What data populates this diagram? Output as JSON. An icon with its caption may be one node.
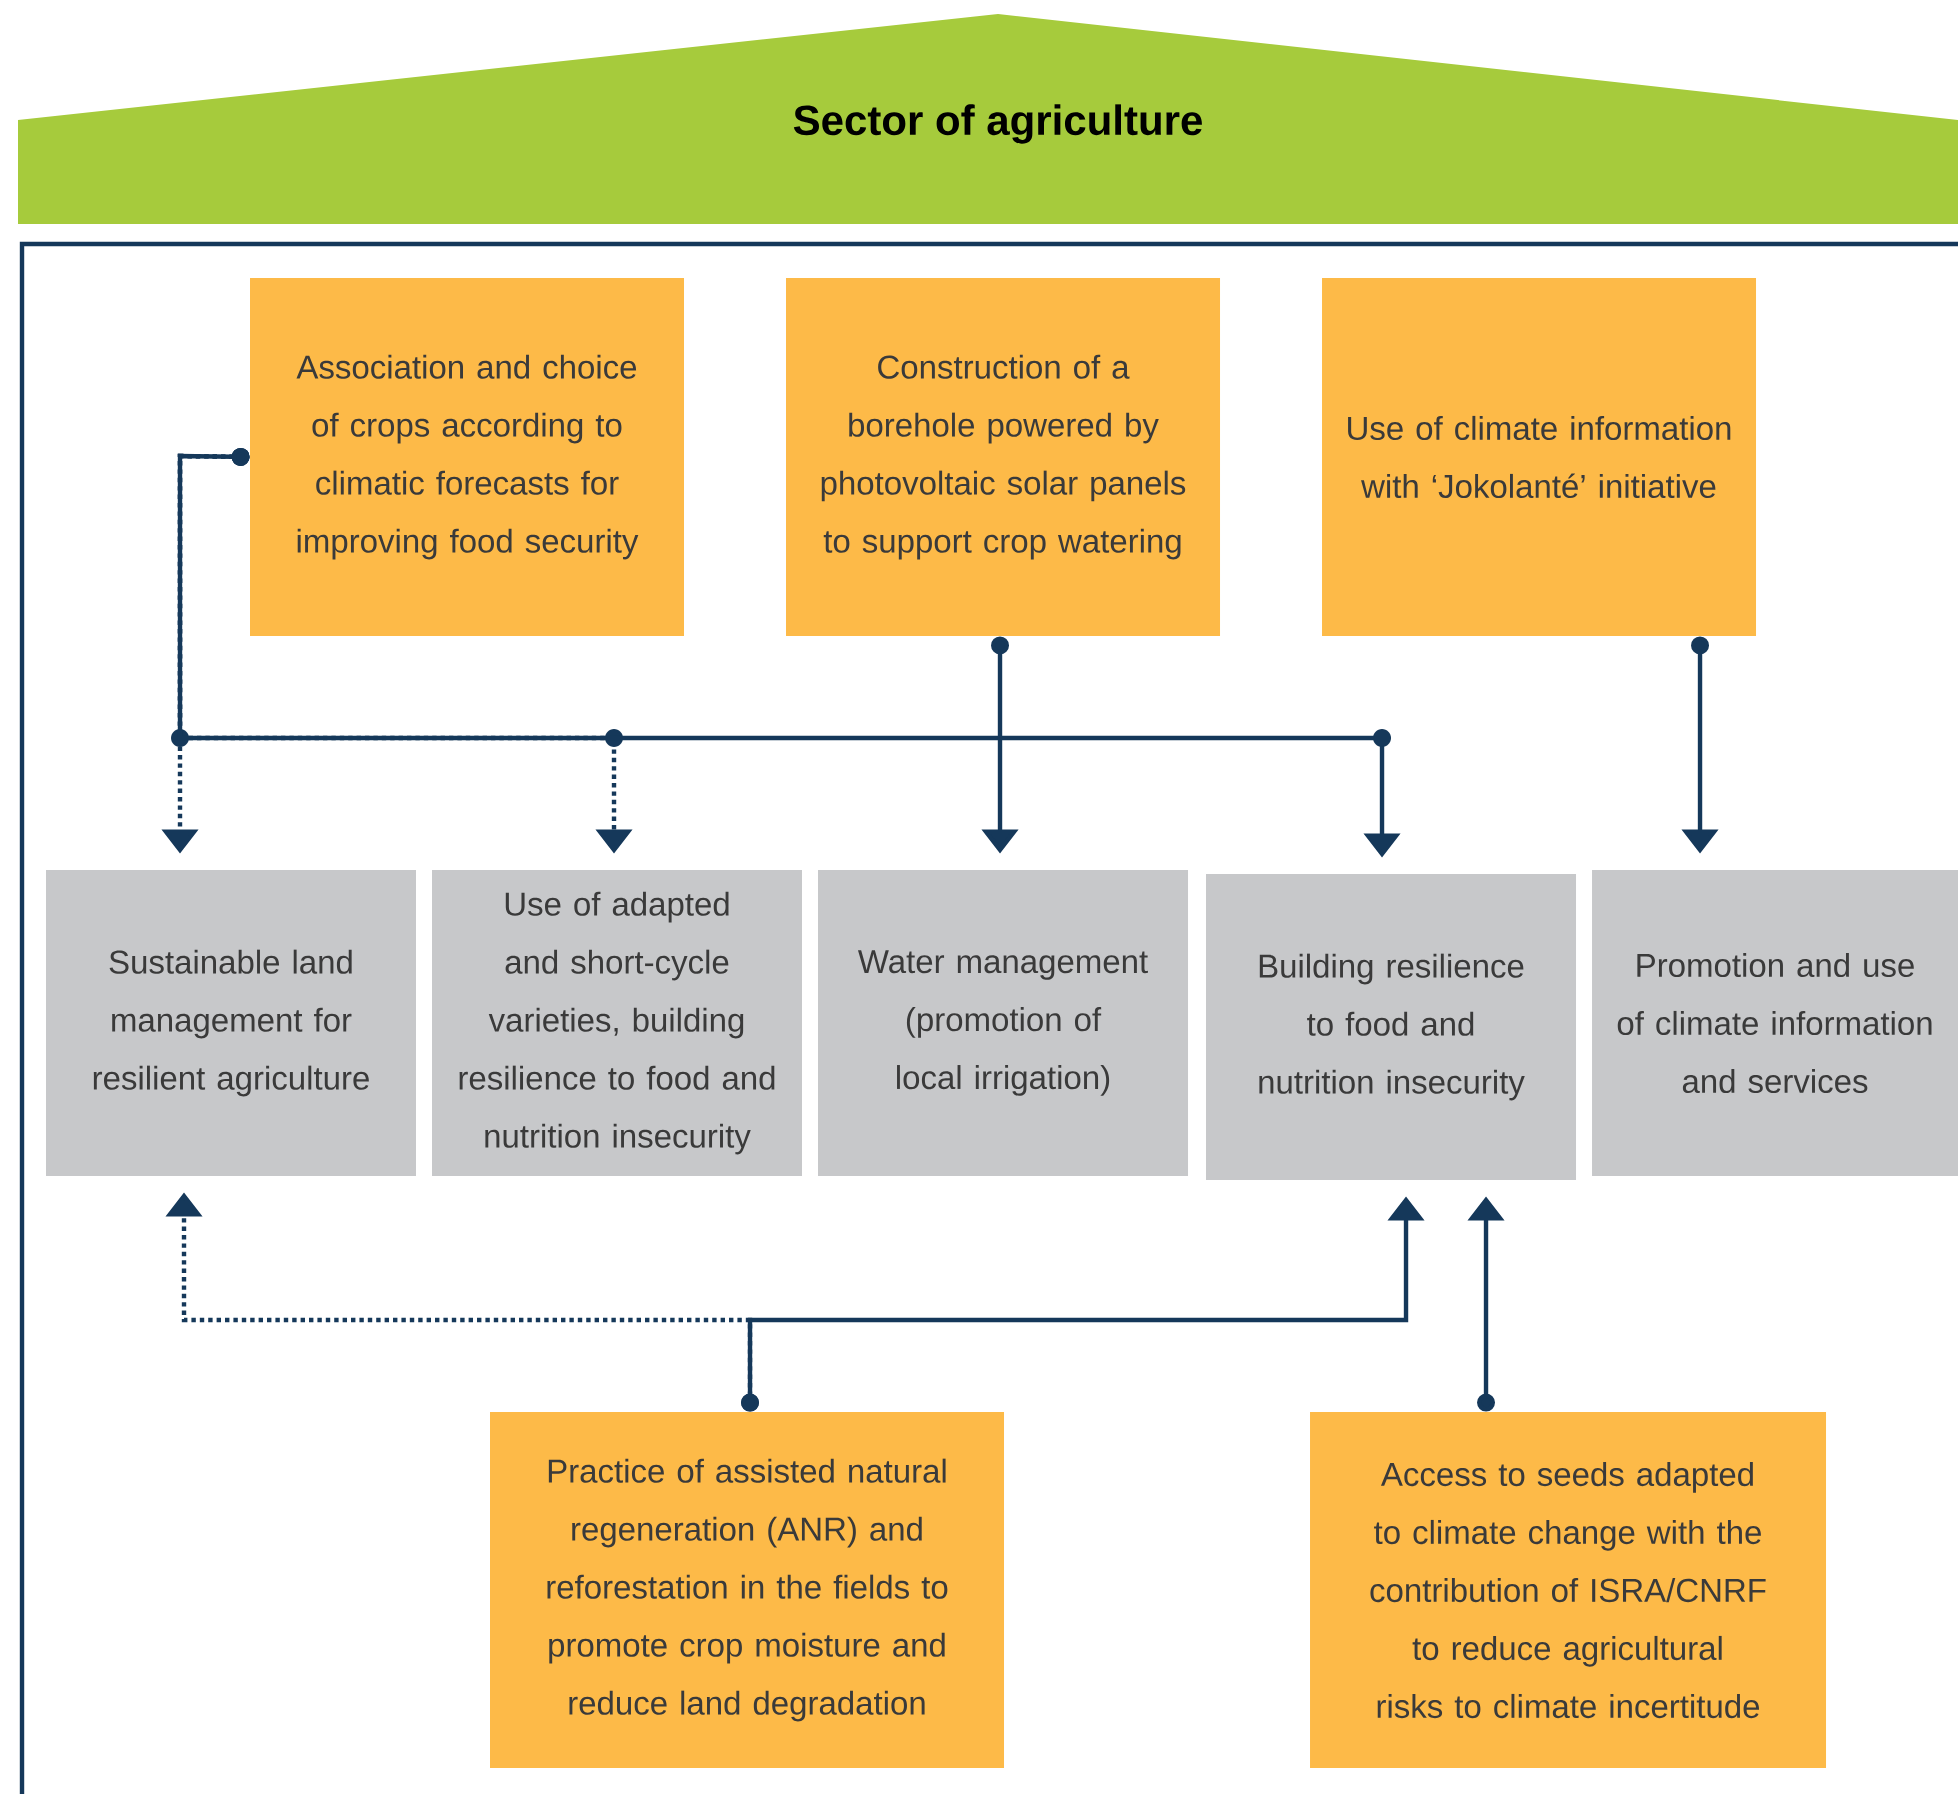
{
  "diagram": {
    "nodes": [
      {
        "text": [
          "Sector of agriculture"
        ]
      },
      {
        "text": [
          "Association and choice of crops according to climatic forecasts for improving food security"
        ]
      },
      {
        "text": [
          "Construction of a borehole powered by photovoltaic solar panels to support crop watering"
        ]
      },
      {
        "text": [
          "Use of climate information with ‘Jokolanté’ initiative"
        ]
      },
      {
        "text": [
          "Sustainable land management for resilient agriculture"
        ]
      },
      {
        "text": [
          "Use of adapted and short-cycle varieties, building resilience to food and nutrition insecurity"
        ]
      },
      {
        "text": [
          "Water management (promotion of local irrigation)"
        ]
      },
      {
        "text": [
          "Building resilience to food and nutrition insecurity"
        ]
      },
      {
        "text": [
          "Promotion and use of climate information and services"
        ]
      },
      {
        "text": [
          "Practice of assisted natural regeneration (ANR) and reforestation in the fields to promote crop moisture and reduce land degradation"
        ]
      },
      {
        "text": [
          "Access to seeds adapted to climate change with the contribution of ISRA/CNRF to reduce agricultural risks to climate incertitude"
        ]
      }
    ],
    "edges": [
      {
        "from": 1,
        "to": 4,
        "arrow": "to",
        "style": "dashed"
      },
      {
        "from": 1,
        "to": 5,
        "arrow": "to",
        "style": "dashed"
      },
      {
        "from": 1,
        "to": 7,
        "arrow": "to"
      },
      {
        "from": 2,
        "to": 6,
        "arrow": "to"
      },
      {
        "from": 3,
        "to": 8,
        "arrow": "to"
      },
      {
        "from": 9,
        "to": 4,
        "arrow": "to",
        "style": "dashed"
      },
      {
        "from": 9,
        "to": 7,
        "arrow": "to"
      },
      {
        "from": 10,
        "to": 7,
        "arrow": "to"
      }
    ]
  }
}
